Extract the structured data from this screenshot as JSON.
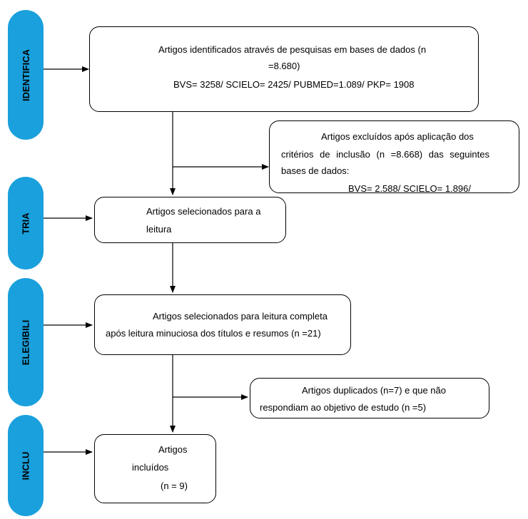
{
  "phases": {
    "identifica": "IDENTIFICA",
    "tria": "TRIA",
    "elegibili": "ELEGIBILI",
    "inclu": "INCLU"
  },
  "boxes": {
    "identified": {
      "line1": "Artigos identificados através de pesquisas em bases de dados (n",
      "line2": "=8.680)",
      "line3": "BVS= 3258/ SCIELO= 2425/ PUBMED=1.089/ PKP= 1908"
    },
    "excluded": {
      "line1": "Artigos excluídos após aplicação dos",
      "line2": "critérios de inclusão (n =8.668) das seguintes",
      "line3": "bases de dados:",
      "line4": "BVS= 2.588/ SCIELO= 1.896/"
    },
    "selected_reading": {
      "line1": "Artigos selecionados para a",
      "line2": "leitura"
    },
    "selected_full": {
      "line1": "Artigos selecionados para leitura completa",
      "line2": "após leitura minuciosa dos títulos e resumos (n =21)"
    },
    "duplicates": {
      "line1": "Artigos duplicados (n=7) e que não",
      "line2": "respondiam ao objetivo de estudo (n =5)"
    },
    "included": {
      "line1": "Artigos",
      "line2": "incluídos",
      "line3": "(n = 9)"
    }
  },
  "colors": {
    "phase_fill": "#1aa0dc",
    "line": "#000000"
  }
}
